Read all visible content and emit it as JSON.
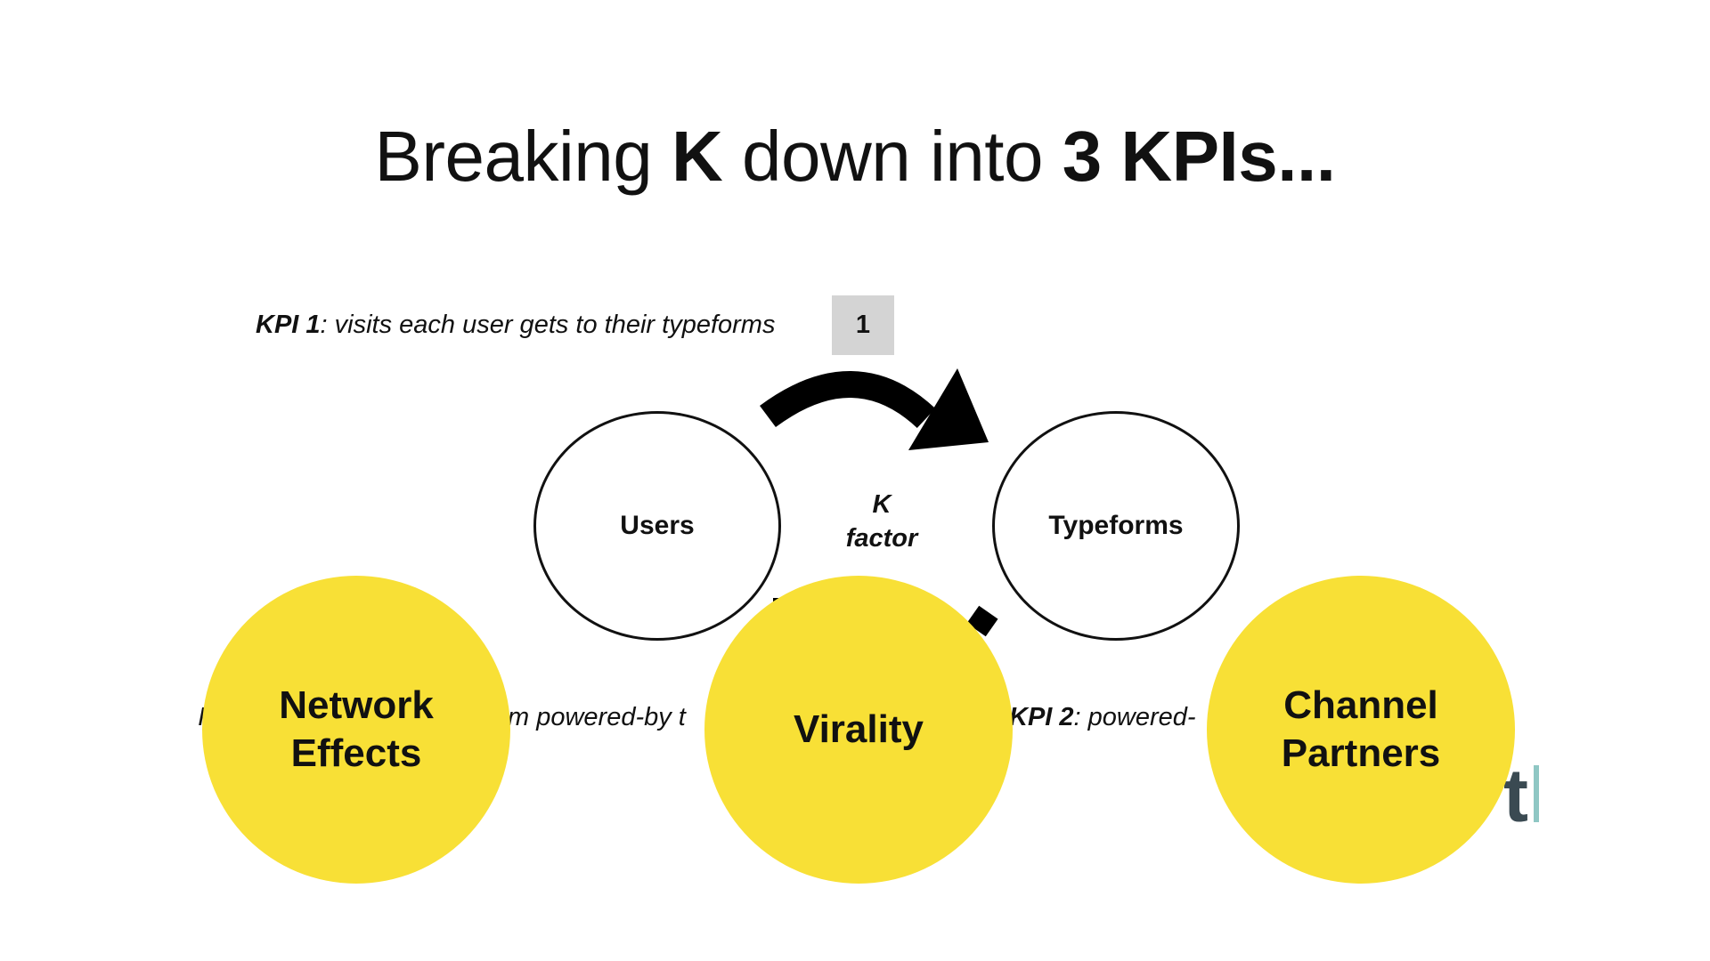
{
  "title": {
    "pre": "Breaking ",
    "k": "K",
    "mid": " down into ",
    "bold_end": "3 KPIs..."
  },
  "kpi1": {
    "label": "KPI 1",
    "text": ": visits each user gets to their typeforms",
    "badge": "1"
  },
  "kpi2": {
    "label": "KPI 2",
    "text": ": powered-"
  },
  "kpi3_fragment": "m powered-by t",
  "kpi3_leading": "I",
  "nodes": {
    "users": "Users",
    "typeforms": "Typeforms"
  },
  "k_factor": {
    "line1": "K",
    "line2": "factor"
  },
  "pillars": [
    {
      "line1": "Network",
      "line2": "Effects"
    },
    {
      "line1": "Virality",
      "line2": ""
    },
    {
      "line1": "Channel",
      "line2": "Partners"
    }
  ],
  "colors": {
    "pillar": "#f8e036",
    "badge": "#d4d4d4",
    "logo_text": "#3a4a52",
    "logo_bar": "#8fc7c4"
  },
  "logo_fragment": "t"
}
